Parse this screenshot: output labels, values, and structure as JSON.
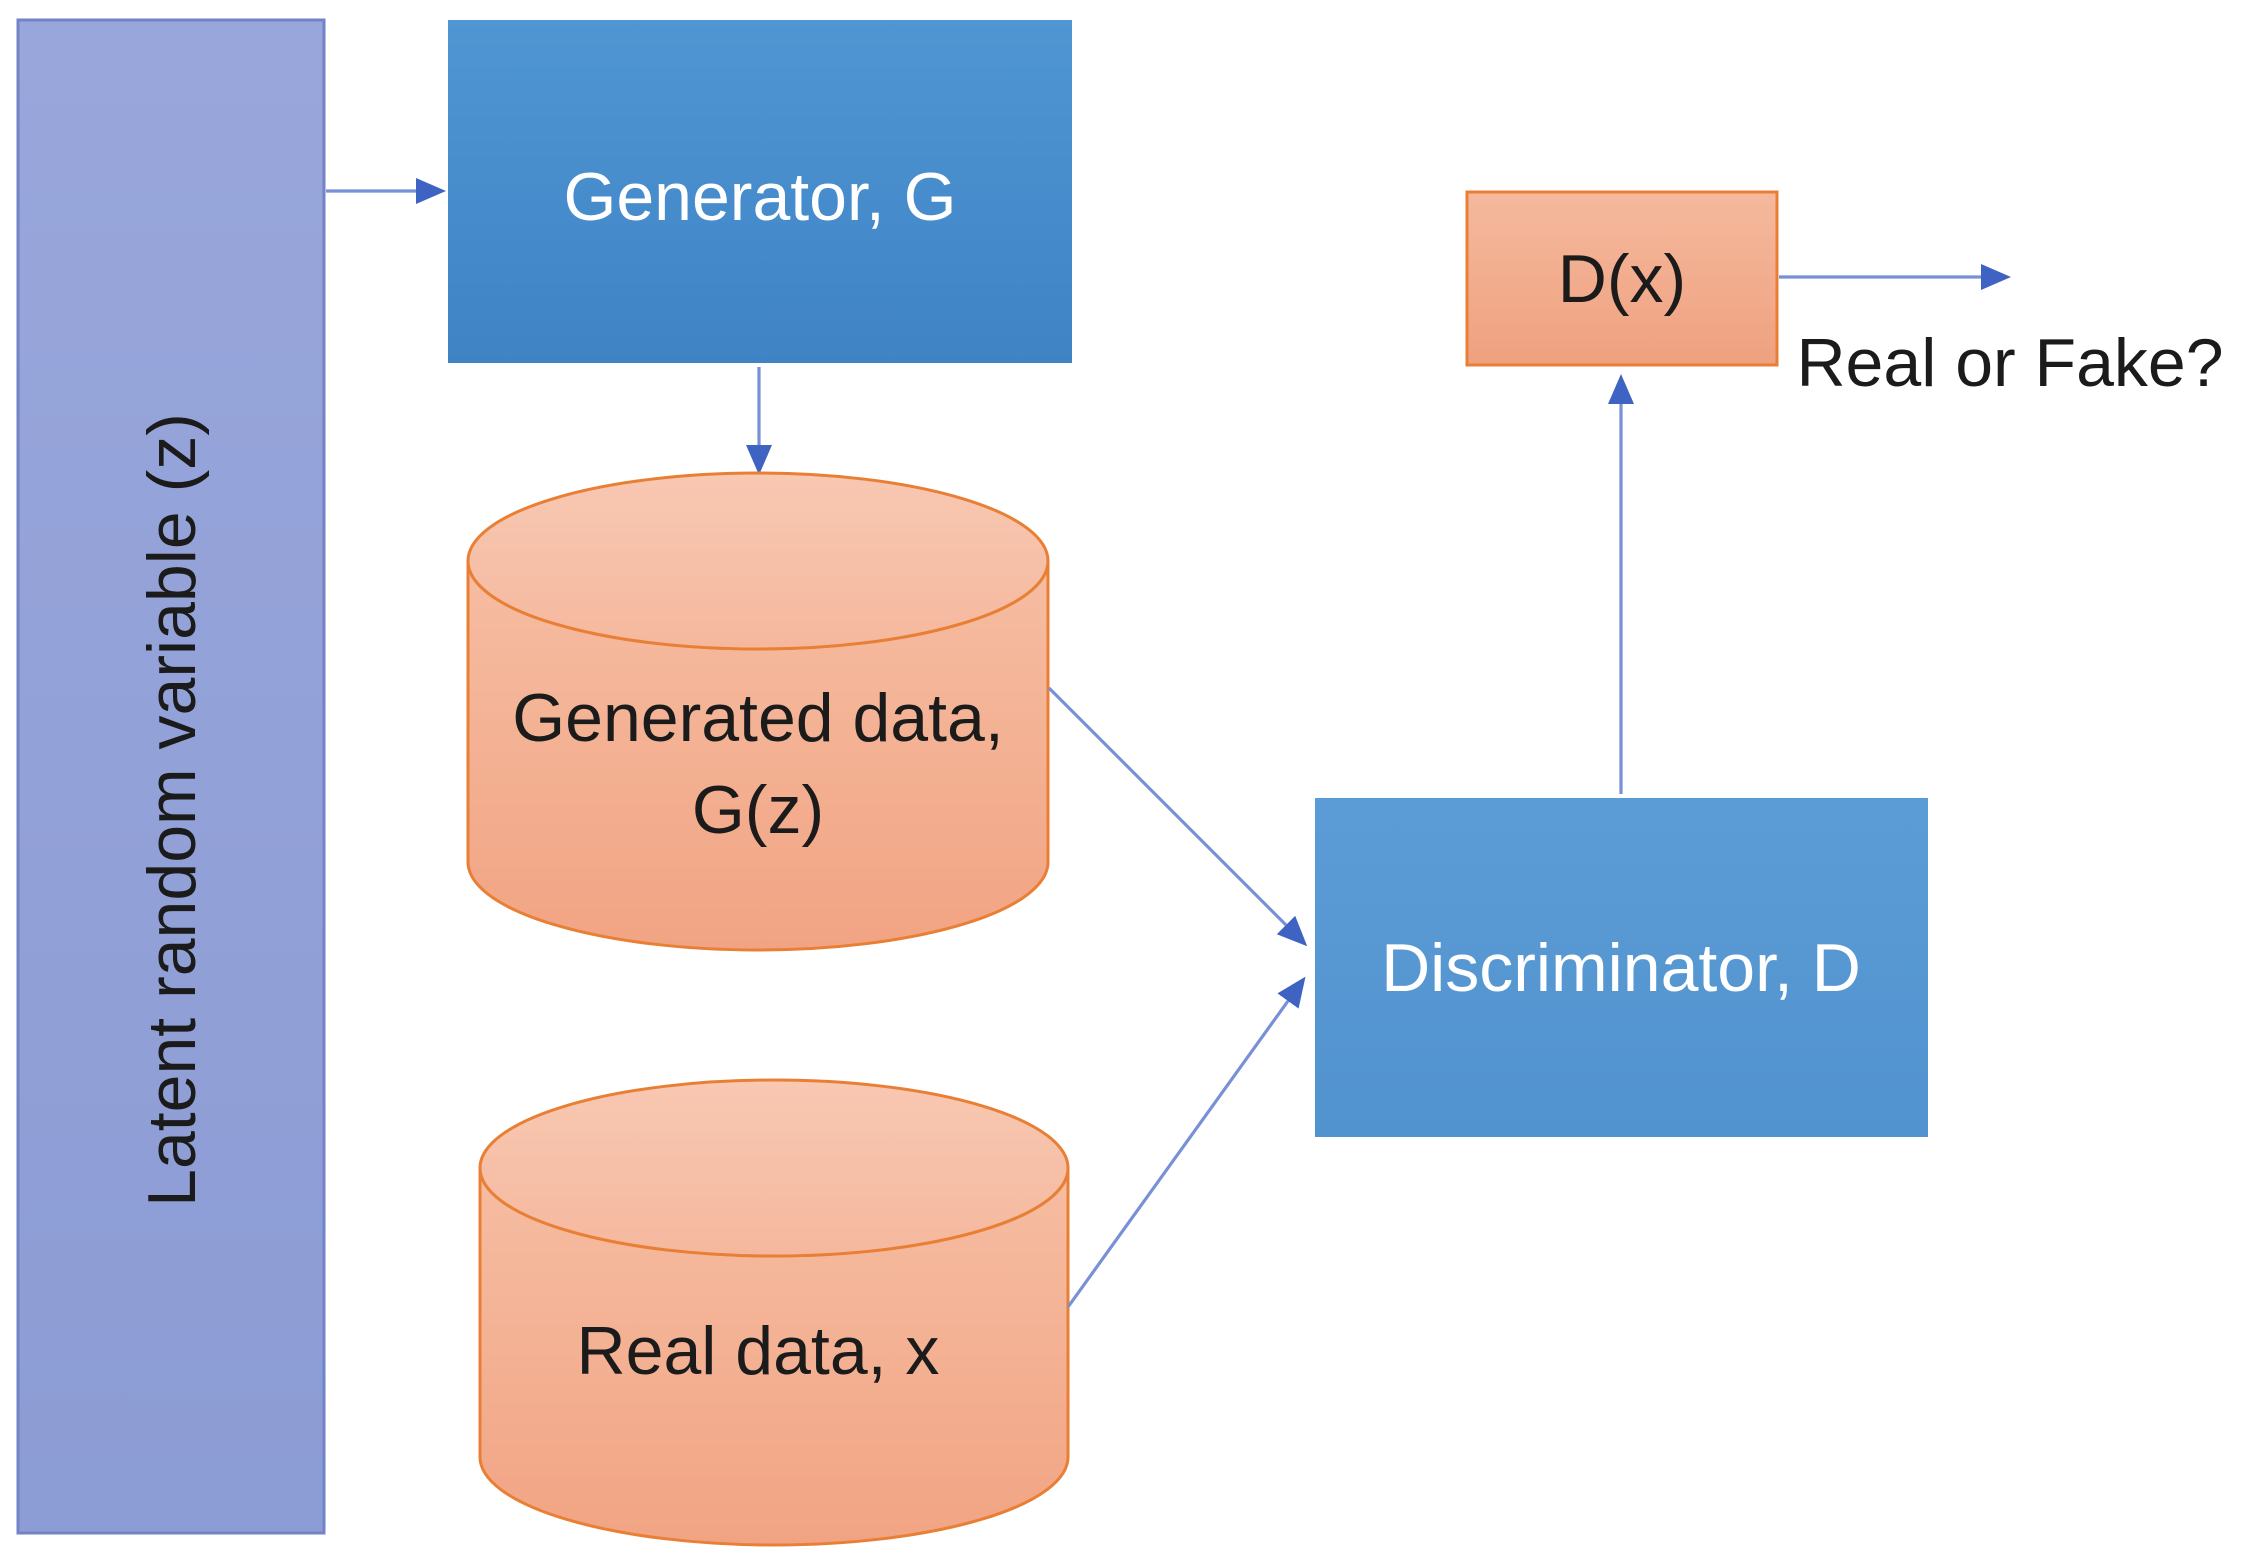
{
  "nodes": {
    "latent": {
      "label": "Latent random variable (z)"
    },
    "generator": {
      "label": "Generator, G"
    },
    "generated_data": {
      "line1": "Generated data,",
      "line2": "G(z)"
    },
    "real_data": {
      "label": "Real data, x"
    },
    "discriminator": {
      "label": "Discriminator, D"
    },
    "dx_output": {
      "label": "D(x)"
    },
    "verdict": {
      "label": "Real or Fake?"
    }
  },
  "colors": {
    "background": "#FFFFFF",
    "latent_fill_top": "#98A6DB",
    "latent_fill_bottom": "#8C9CD4",
    "latent_border": "#7383C6",
    "generator_fill_top": "#4F96D3",
    "generator_fill_bottom": "#3F83C5",
    "discriminator_fill_top": "#5C9CD6",
    "discriminator_fill_bottom": "#5193CF",
    "cylinder_body_top": "#F6BDA2",
    "cylinder_body_bottom": "#F1A483",
    "cylinder_cap_light": "#F8C8B2",
    "cylinder_cap_dark": "#F5B89E",
    "dx_fill_top": "#F5B99D",
    "dx_fill_bottom": "#EFA17F",
    "orange_border": "#E97F35",
    "connector_line": "#7890D6",
    "connector_head": "#3E63C2",
    "label_dark": "#1B1B1B",
    "label_light": "#FFFFFF"
  }
}
